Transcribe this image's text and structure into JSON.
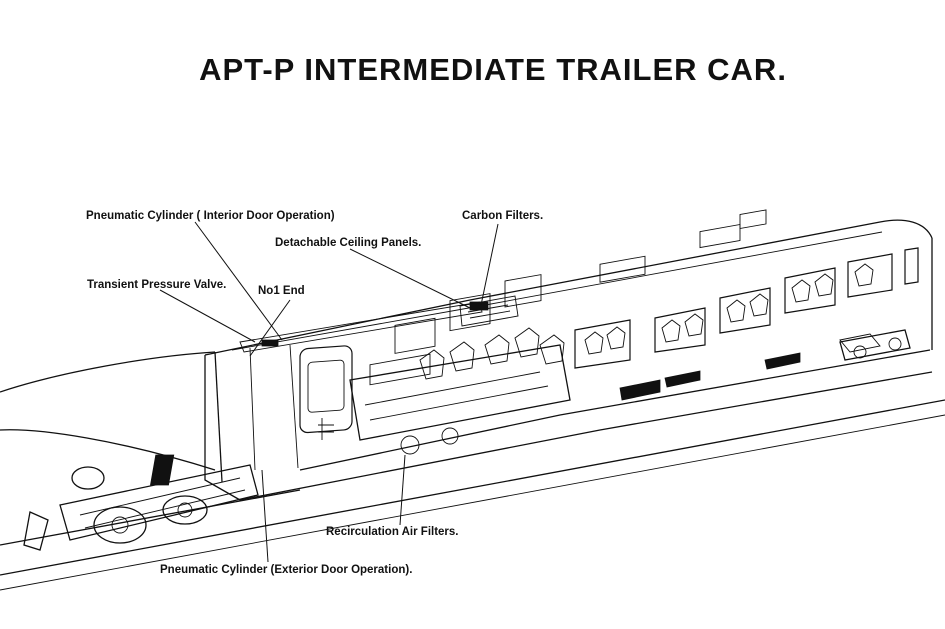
{
  "title": "APT-P INTERMEDIATE TRAILER CAR.",
  "labels": {
    "pneumatic_interior": "Pneumatic Cylinder ( Interior Door Operation)",
    "carbon_filters": "Carbon Filters.",
    "ceiling_panels": "Detachable Ceiling Panels.",
    "transient_valve": "Transient Pressure Valve.",
    "no1_end": "No1 End",
    "recirculation_filters": "Recirculation Air Filters.",
    "pneumatic_exterior": "Pneumatic Cylinder (Exterior Door Operation)."
  }
}
